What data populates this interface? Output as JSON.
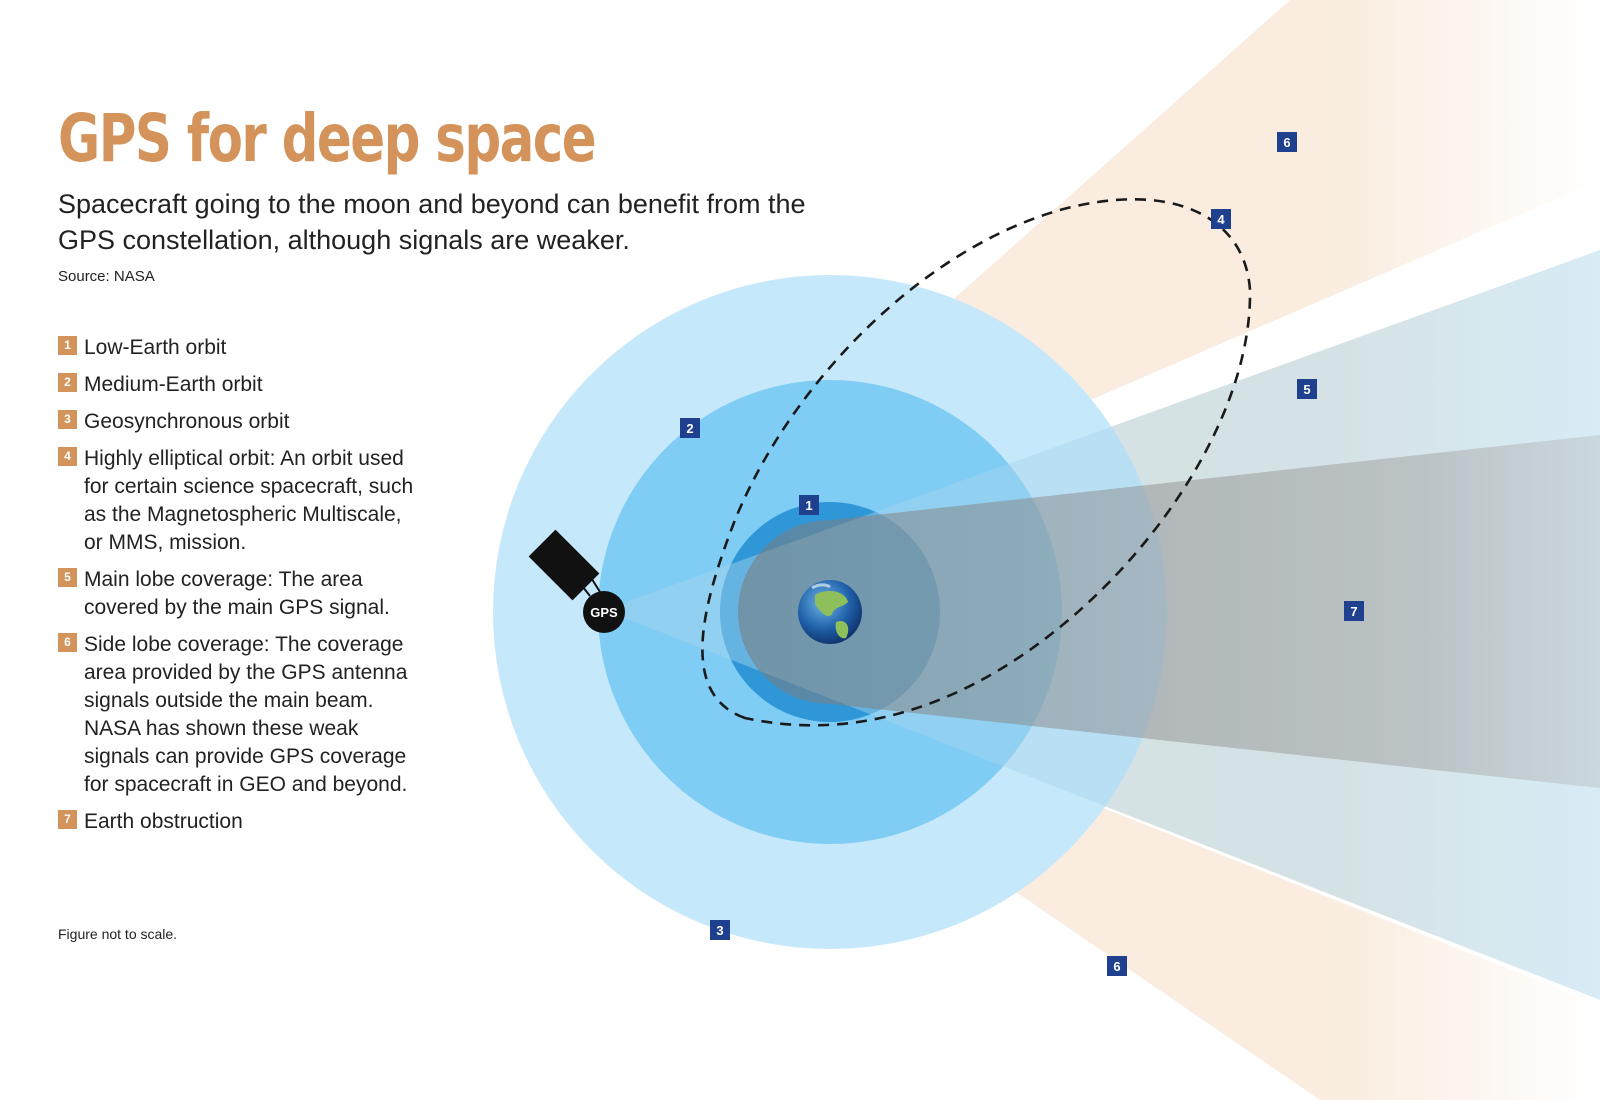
{
  "title": "GPS for deep space",
  "subtitle": "Spacecraft going to the moon and beyond can benefit from the GPS constellation, although signals are weaker.",
  "source": "Source: NASA",
  "legend": [
    {
      "num": "1",
      "text": "Low-Earth orbit"
    },
    {
      "num": "2",
      "text": "Medium-Earth orbit"
    },
    {
      "num": "3",
      "text": "Geosynchronous orbit"
    },
    {
      "num": "4",
      "text": "Highly elliptical orbit: An orbit used for certain science spacecraft, such as the Magnetospheric Multiscale, or MMS, mission."
    },
    {
      "num": "5",
      "text": "Main lobe coverage: The area covered by the main GPS signal."
    },
    {
      "num": "6",
      "text": "Side lobe coverage: The coverage area provided by the GPS antenna signals outside the main beam. NASA has shown these weak signals can provide GPS coverage for spacecraft in GEO and beyond."
    },
    {
      "num": "7",
      "text": "Earth obstruction"
    }
  ],
  "note": "Figure not to scale.",
  "satellite_label": "GPS",
  "markers": {
    "m1": "1",
    "m2": "2",
    "m3": "3",
    "m4": "4",
    "m5": "5",
    "m6a": "6",
    "m6b": "6",
    "m7": "7"
  },
  "colors": {
    "accent": "#d4935a",
    "marker": "#1f3f8f",
    "leo": "#2f97d8",
    "meo": "#7fcdf5",
    "geo": "#c6e8fb",
    "side_lobe": "#f8e6d4",
    "obstruction": "#8f8f8f"
  }
}
